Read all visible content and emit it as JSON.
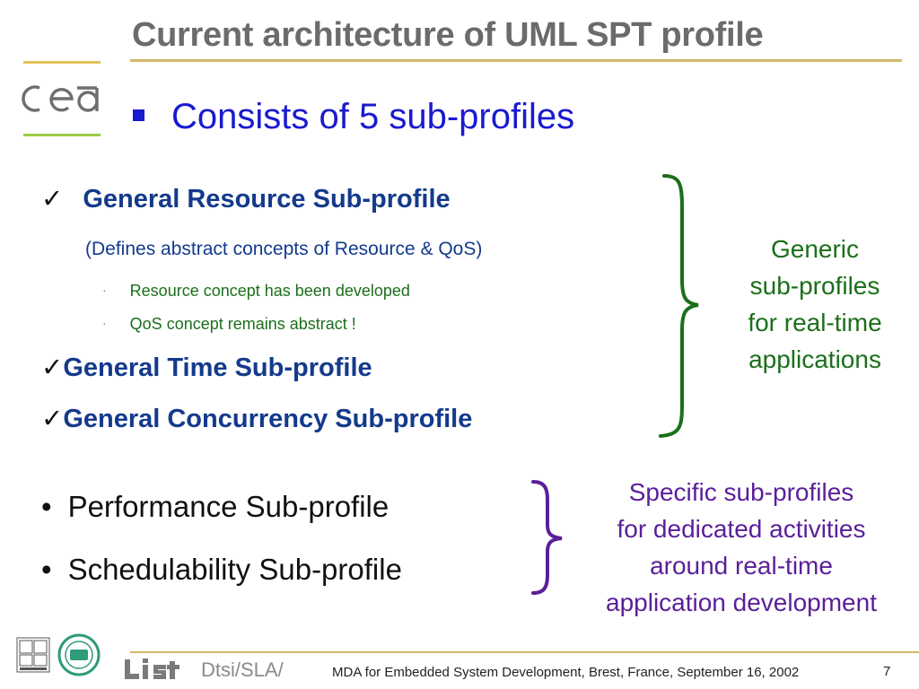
{
  "slide": {
    "title": "Current architecture of UML SPT profile",
    "main_bullet": "Consists of 5 sub-profiles",
    "check_symbol": "✓",
    "sub_bullet_symbol": "·",
    "bullet_symbol": "•",
    "general_resource": {
      "label": "General Resource Sub-profile",
      "description": "(Defines abstract concepts of Resource & QoS)",
      "items": [
        "Resource concept has been developed",
        "QoS concept remains abstract !"
      ]
    },
    "general_time": {
      "label": "General Time Sub-profile"
    },
    "general_concurrency": {
      "label": "General Concurrency Sub-profile"
    },
    "generic_note": [
      "Generic",
      "sub-profiles",
      "for real-time",
      "applications"
    ],
    "specific_items": [
      "Performance Sub-profile",
      "Schedulability Sub-profile"
    ],
    "specific_note": [
      "Specific sub-profiles",
      "for dedicated activities",
      "around real-time",
      "application development"
    ]
  },
  "footer": {
    "dept": "Dtsi/SLA/",
    "text": "MDA for Embedded System Development, Brest, France, September 16, 2002",
    "page": "7"
  },
  "colors": {
    "title": "#6b6b6b",
    "main_bullet": "#1a1ad0",
    "item_text": "#133a8c",
    "sub_items": "#1b6f1b",
    "generic_brace": "#1b6f1b",
    "specific_brace": "#5a1f99",
    "rule": "#d4b96a"
  }
}
